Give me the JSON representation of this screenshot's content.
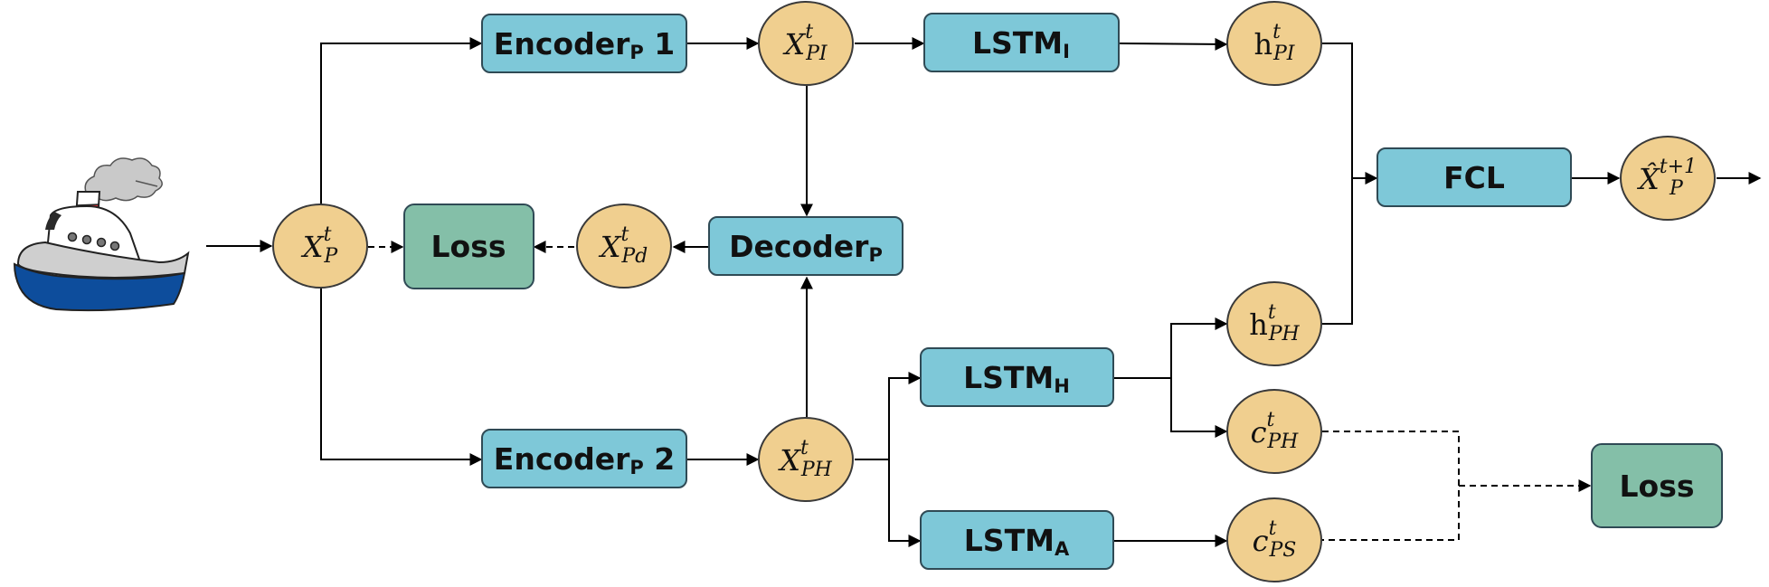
{
  "colors": {
    "box_fill": "#7ec8d8",
    "box_stroke": "#2f4a55",
    "loss_fill": "#84bfa8",
    "node_fill": "#f0cf8f",
    "node_stroke": "#3a3a3a",
    "line": "#000000"
  },
  "boxes": {
    "encoder1": {
      "main": "Encoder",
      "sub": "P",
      "suffix": " 1"
    },
    "encoder2": {
      "main": "Encoder",
      "sub": "P",
      "suffix": " 2"
    },
    "decoder": {
      "main": "Decoder",
      "sub": "P",
      "suffix": ""
    },
    "lstm_i": {
      "main": "LSTM",
      "sub": "I",
      "suffix": ""
    },
    "lstm_h": {
      "main": "LSTM",
      "sub": "H",
      "suffix": ""
    },
    "lstm_a": {
      "main": "LSTM",
      "sub": "A",
      "suffix": ""
    },
    "fcl": {
      "main": "FCL"
    },
    "loss_mid": {
      "main": "Loss"
    },
    "loss_right": {
      "main": "Loss"
    }
  },
  "nodes": {
    "xp": {
      "base": "X",
      "sup": "t",
      "sub": "P"
    },
    "xpi": {
      "base": "X",
      "sup": "t",
      "sub": "PI"
    },
    "xpd": {
      "base": "X",
      "sup": "t",
      "sub": "Pd"
    },
    "xph": {
      "base": "X",
      "sup": "t",
      "sub": "PH"
    },
    "hpi": {
      "base": "h",
      "sup": "t",
      "sub": "PI"
    },
    "hph": {
      "base": "h",
      "sup": "t",
      "sub": "PH"
    },
    "cph": {
      "base": "c",
      "sup": "t",
      "sub": "PH"
    },
    "cps": {
      "base": "c",
      "sup": "t",
      "sub": "PS"
    },
    "xhat": {
      "base": "X̂",
      "sup": "t+1",
      "sub": "P"
    }
  },
  "icons": {
    "input": "ship-icon"
  }
}
